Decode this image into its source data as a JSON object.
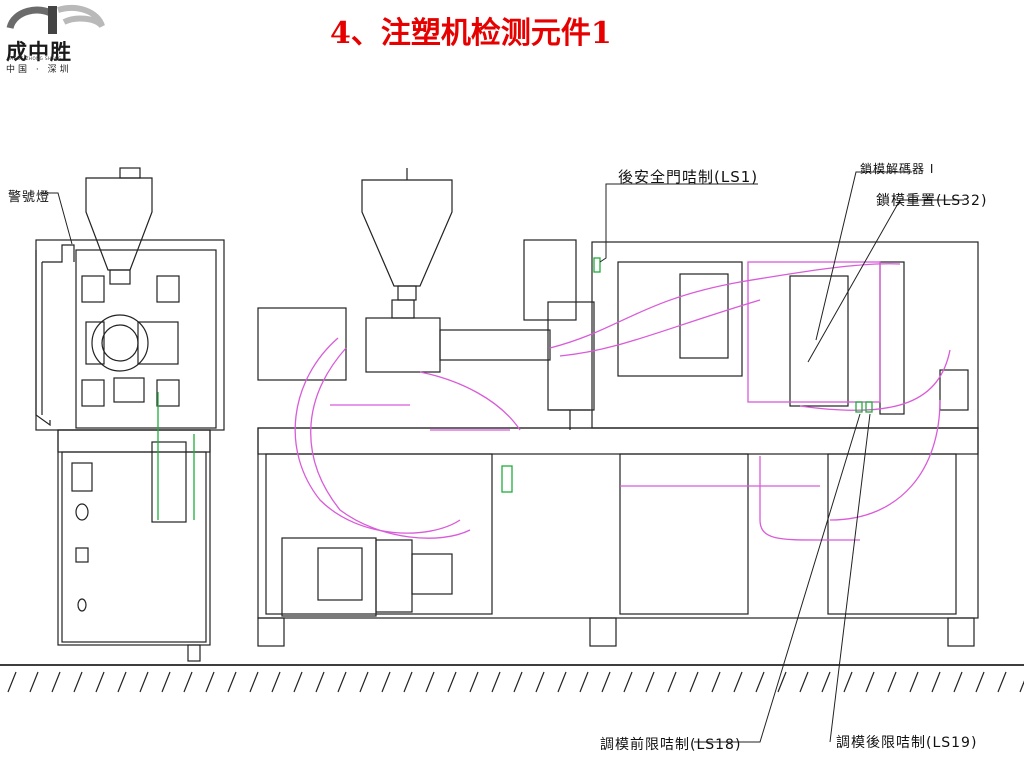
{
  "header": {
    "title": "4、注塑机检测元件1",
    "logo_name": "成中胜",
    "logo_en": "CHENG ZHONG SHENG",
    "logo_location": "中国 · 深圳"
  },
  "labels": {
    "warning_light": "警號燈",
    "rear_safety_door": "後安全門咭制(LS1)",
    "mold_lock_decoder": "鎖模解碼器 I",
    "mold_lock_reset": "鎖模重置(LS32)",
    "mold_adjust_front": "調模前限咭制(LS18)",
    "mold_adjust_rear": "調模後限咭制(LS19)"
  },
  "colors": {
    "title": "#e60000",
    "line": "#222222",
    "hose": "#d95bd9",
    "accent": "#1fae3a"
  }
}
